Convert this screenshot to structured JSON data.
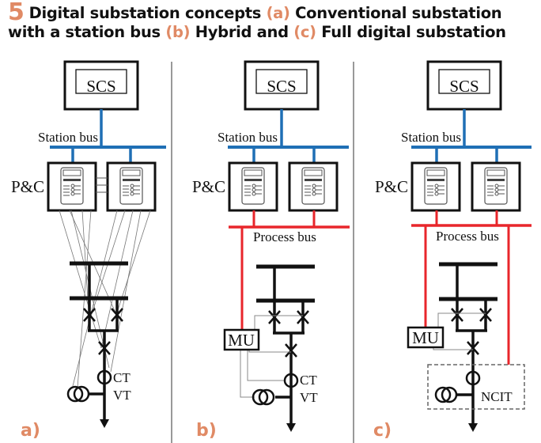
{
  "figure": {
    "number": "5",
    "title_parts": {
      "p1": "Digital substation concepts ",
      "a": "(a)",
      "p2": " Conventional substation with a station bus ",
      "b": "(b)",
      "p3": " Hybrid and ",
      "c": "(c)",
      "p4": " Full digital substation"
    },
    "accent_color": "#e08a65",
    "station_bus_color": "#1f6fb5",
    "process_bus_color": "#e8262b"
  },
  "panels": [
    {
      "label": "a)",
      "scs": "SCS",
      "station_bus": "Station bus",
      "pc": "P&C",
      "ct": "CT",
      "vt": "VT"
    },
    {
      "label": "b)",
      "scs": "SCS",
      "station_bus": "Station bus",
      "pc": "P&C",
      "process_bus": "Process bus",
      "mu": "MU",
      "ct": "CT",
      "vt": "VT"
    },
    {
      "label": "c)",
      "scs": "SCS",
      "station_bus": "Station bus",
      "pc": "P&C",
      "process_bus": "Process bus",
      "mu": "MU",
      "ncit": "NCIT"
    }
  ]
}
